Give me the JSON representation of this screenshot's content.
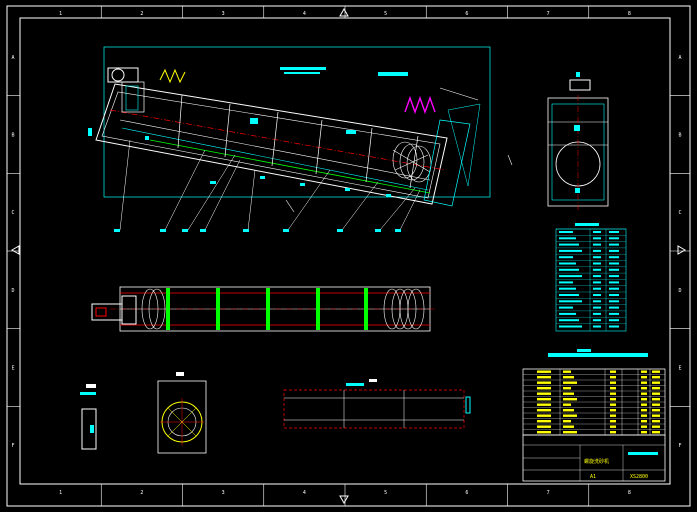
{
  "app": {
    "kind": "CAD drawing viewport",
    "colors": {
      "background": "#000000",
      "frame": "#ffffff",
      "cyan": "#00ffff",
      "yellow": "#ffff00",
      "green": "#00ff00",
      "red": "#ff0000",
      "magenta": "#ff00ff"
    }
  },
  "frame": {
    "top_ticks": [
      "1",
      "2",
      "3",
      "4",
      "5",
      "6",
      "7",
      "8"
    ],
    "bottom_ticks": [
      "1",
      "2",
      "3",
      "4",
      "5",
      "6",
      "7",
      "8"
    ],
    "left_ticks": [
      "A",
      "B",
      "C",
      "D",
      "E",
      "F"
    ],
    "right_ticks": [
      "A",
      "B",
      "C",
      "D",
      "E",
      "F"
    ]
  },
  "title_block": {
    "drawing_name": "螺旋洗砂机",
    "scale_label": "A1",
    "code_label": "XS2800"
  }
}
